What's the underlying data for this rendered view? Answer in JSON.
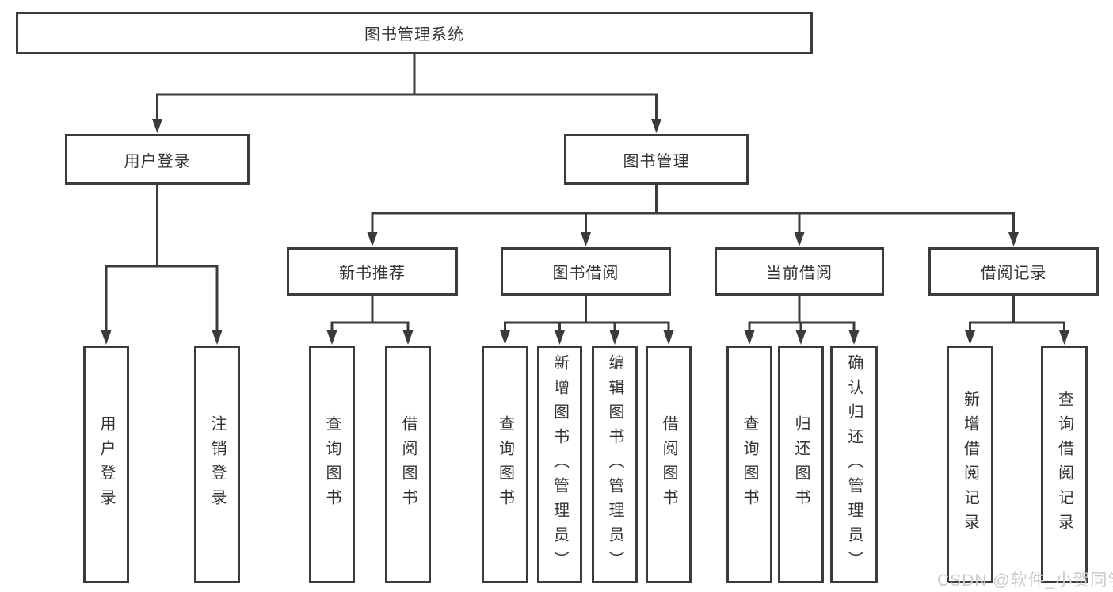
{
  "diagram_title": "图书管理系统",
  "nodes": {
    "root": "图书管理系统",
    "user_login": "用户登录",
    "book_mgmt": "图书管理",
    "new_books": "新书推荐",
    "book_borrow": "图书借阅",
    "current_borrow": "当前借阅",
    "borrow_records": "借阅记录"
  },
  "leaves": {
    "user_login": [
      "用户登录",
      "注销登录"
    ],
    "new_books": [
      "查询图书",
      "借阅图书"
    ],
    "book_borrow": [
      "查询图书",
      "新增图书（管理员）",
      "编辑图书（管理员）",
      "借阅图书"
    ],
    "current_borrow": [
      "查询图书",
      "归还图书",
      "确认归还（管理员）"
    ],
    "borrow_records": [
      "新增借阅记录",
      "查询借阅记录"
    ]
  },
  "watermark": "CSDN @软件_小贺同学",
  "colors": {
    "line": "#3b3b3b",
    "text": "#333333",
    "watermark": "#cbcbcb",
    "background": "#ffffff"
  }
}
